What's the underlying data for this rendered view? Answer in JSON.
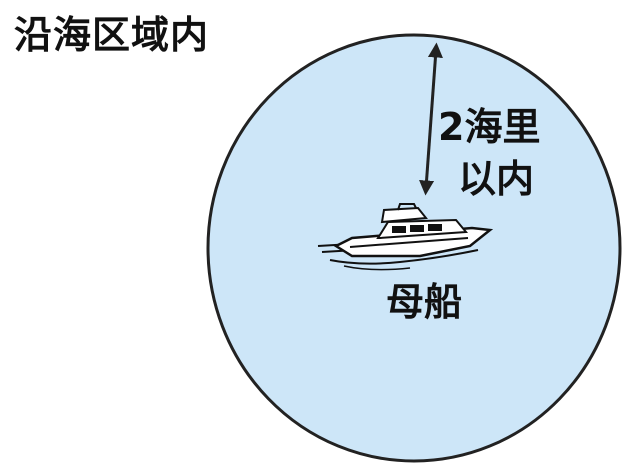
{
  "diagram": {
    "title": "沿海区域内",
    "distance_line1": "2海里",
    "distance_line2": "以内",
    "boat_label": "母船"
  },
  "colors": {
    "zone_fill": "#cde6f8",
    "zone_stroke": "#222222",
    "arrow": "#222222",
    "text": "#111111"
  },
  "icons": {
    "vessel": "motor-boat-icon"
  }
}
